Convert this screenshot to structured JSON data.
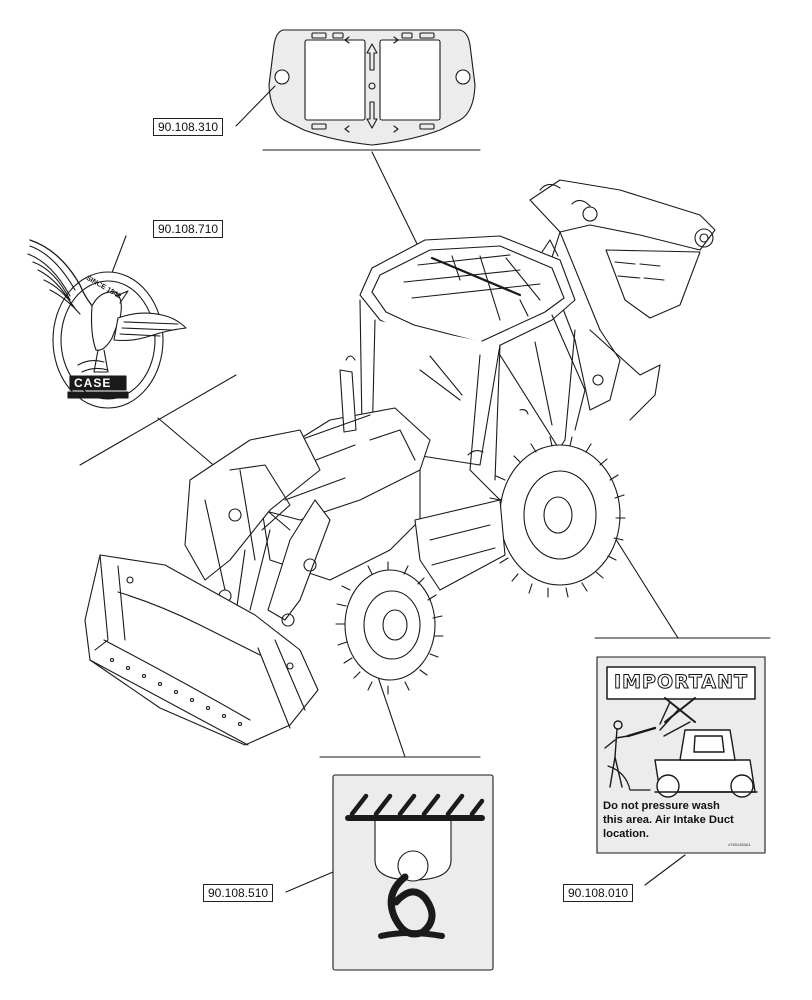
{
  "callouts": {
    "roof_decal": "90.108.310",
    "logo_decal": "90.108.710",
    "hook_decal": "90.108.510",
    "important_decal": "90.108.010"
  },
  "important_decal": {
    "title": "IMPORTANT",
    "line1": "Do not pressure wash",
    "line2": "this area. Air Intake Duct",
    "line3": "location.",
    "code": "47691450A1"
  },
  "logo_decal": {
    "arc_text": "SINCE 1842",
    "brand": "CASE"
  },
  "colors": {
    "line": "#1a1a1a",
    "decal_fill": "#ececec"
  }
}
